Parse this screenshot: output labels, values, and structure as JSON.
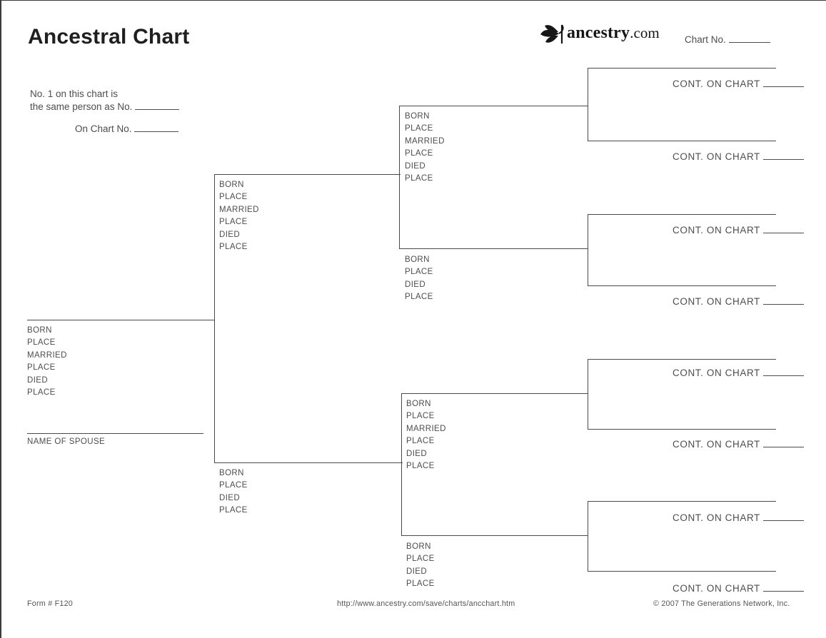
{
  "header": {
    "title": "Ancestral Chart",
    "logo": {
      "icon": "ancestry-leaf",
      "brand": "ancestry",
      "tld": ".com"
    },
    "chart_no_label": "Chart No.",
    "note_line1": "No. 1 on this chart is",
    "note_line2": "the same person as No.",
    "note_line3": "On Chart No."
  },
  "person_labels": {
    "full": [
      "BORN",
      "PLACE",
      "MARRIED",
      "PLACE",
      "DIED",
      "PLACE"
    ],
    "short": [
      "BORN",
      "PLACE",
      "DIED",
      "PLACE"
    ],
    "spouse": "NAME OF SPOUSE"
  },
  "cont_label": "CONT. ON CHART",
  "footer": {
    "form_number": "Form # F120",
    "url": "http://www.ancestry.com/save/charts/ancchart.htm",
    "copyright": "© 2007 The Generations Network, Inc."
  },
  "colors": {
    "line": "#4a4a4a",
    "text": "#4d4d4d",
    "title": "#1f1f1f"
  }
}
